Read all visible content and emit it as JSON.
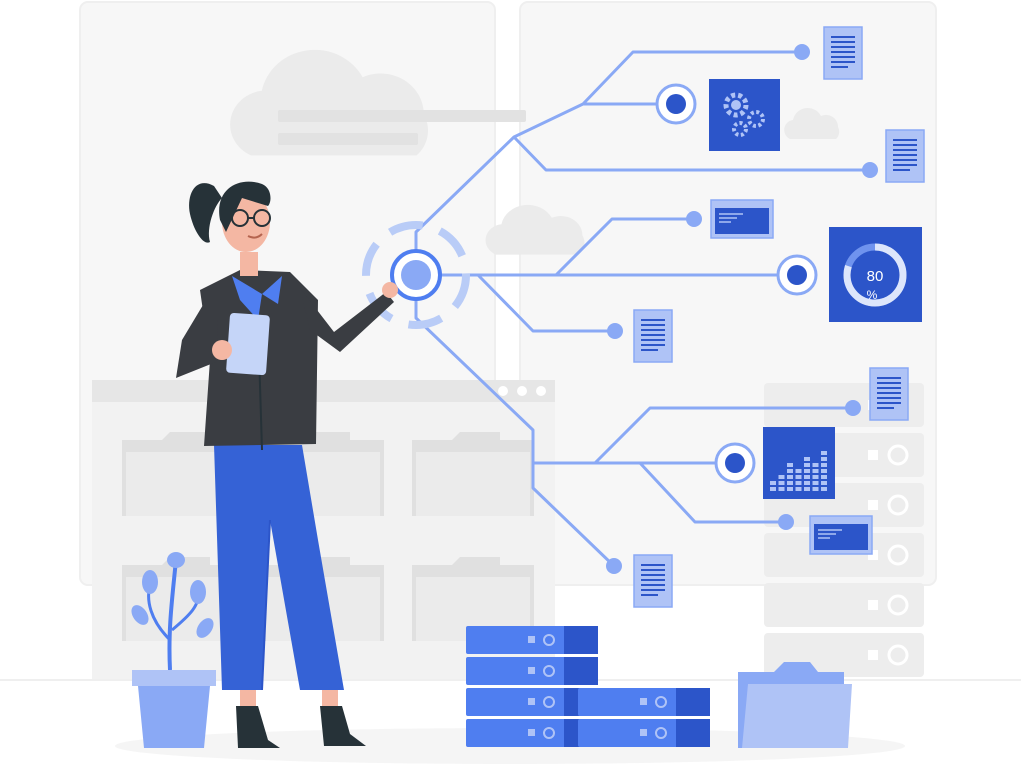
{
  "illustration": {
    "gauge": {
      "value_text": "80",
      "unit_text": "%",
      "fraction": 0.8
    },
    "bar_chart": {
      "columns": [
        2,
        3,
        5,
        4,
        6,
        5,
        7
      ]
    },
    "colors": {
      "accent": "#4F7EF0",
      "accent_dark": "#2C55C9",
      "line": "#8AA9F5",
      "light_gray": "#EFEFEF",
      "mid_gray": "#E4E4E4",
      "suit": "#3A3D42",
      "skin": "#F4B7A3",
      "hair": "#263238"
    },
    "icons": {
      "gears": "gears-icon",
      "document": "document-icon",
      "window": "window-icon",
      "folder": "folder-icon",
      "cloud": "cloud-icon",
      "server": "server-icon",
      "plant": "plant-icon"
    }
  }
}
